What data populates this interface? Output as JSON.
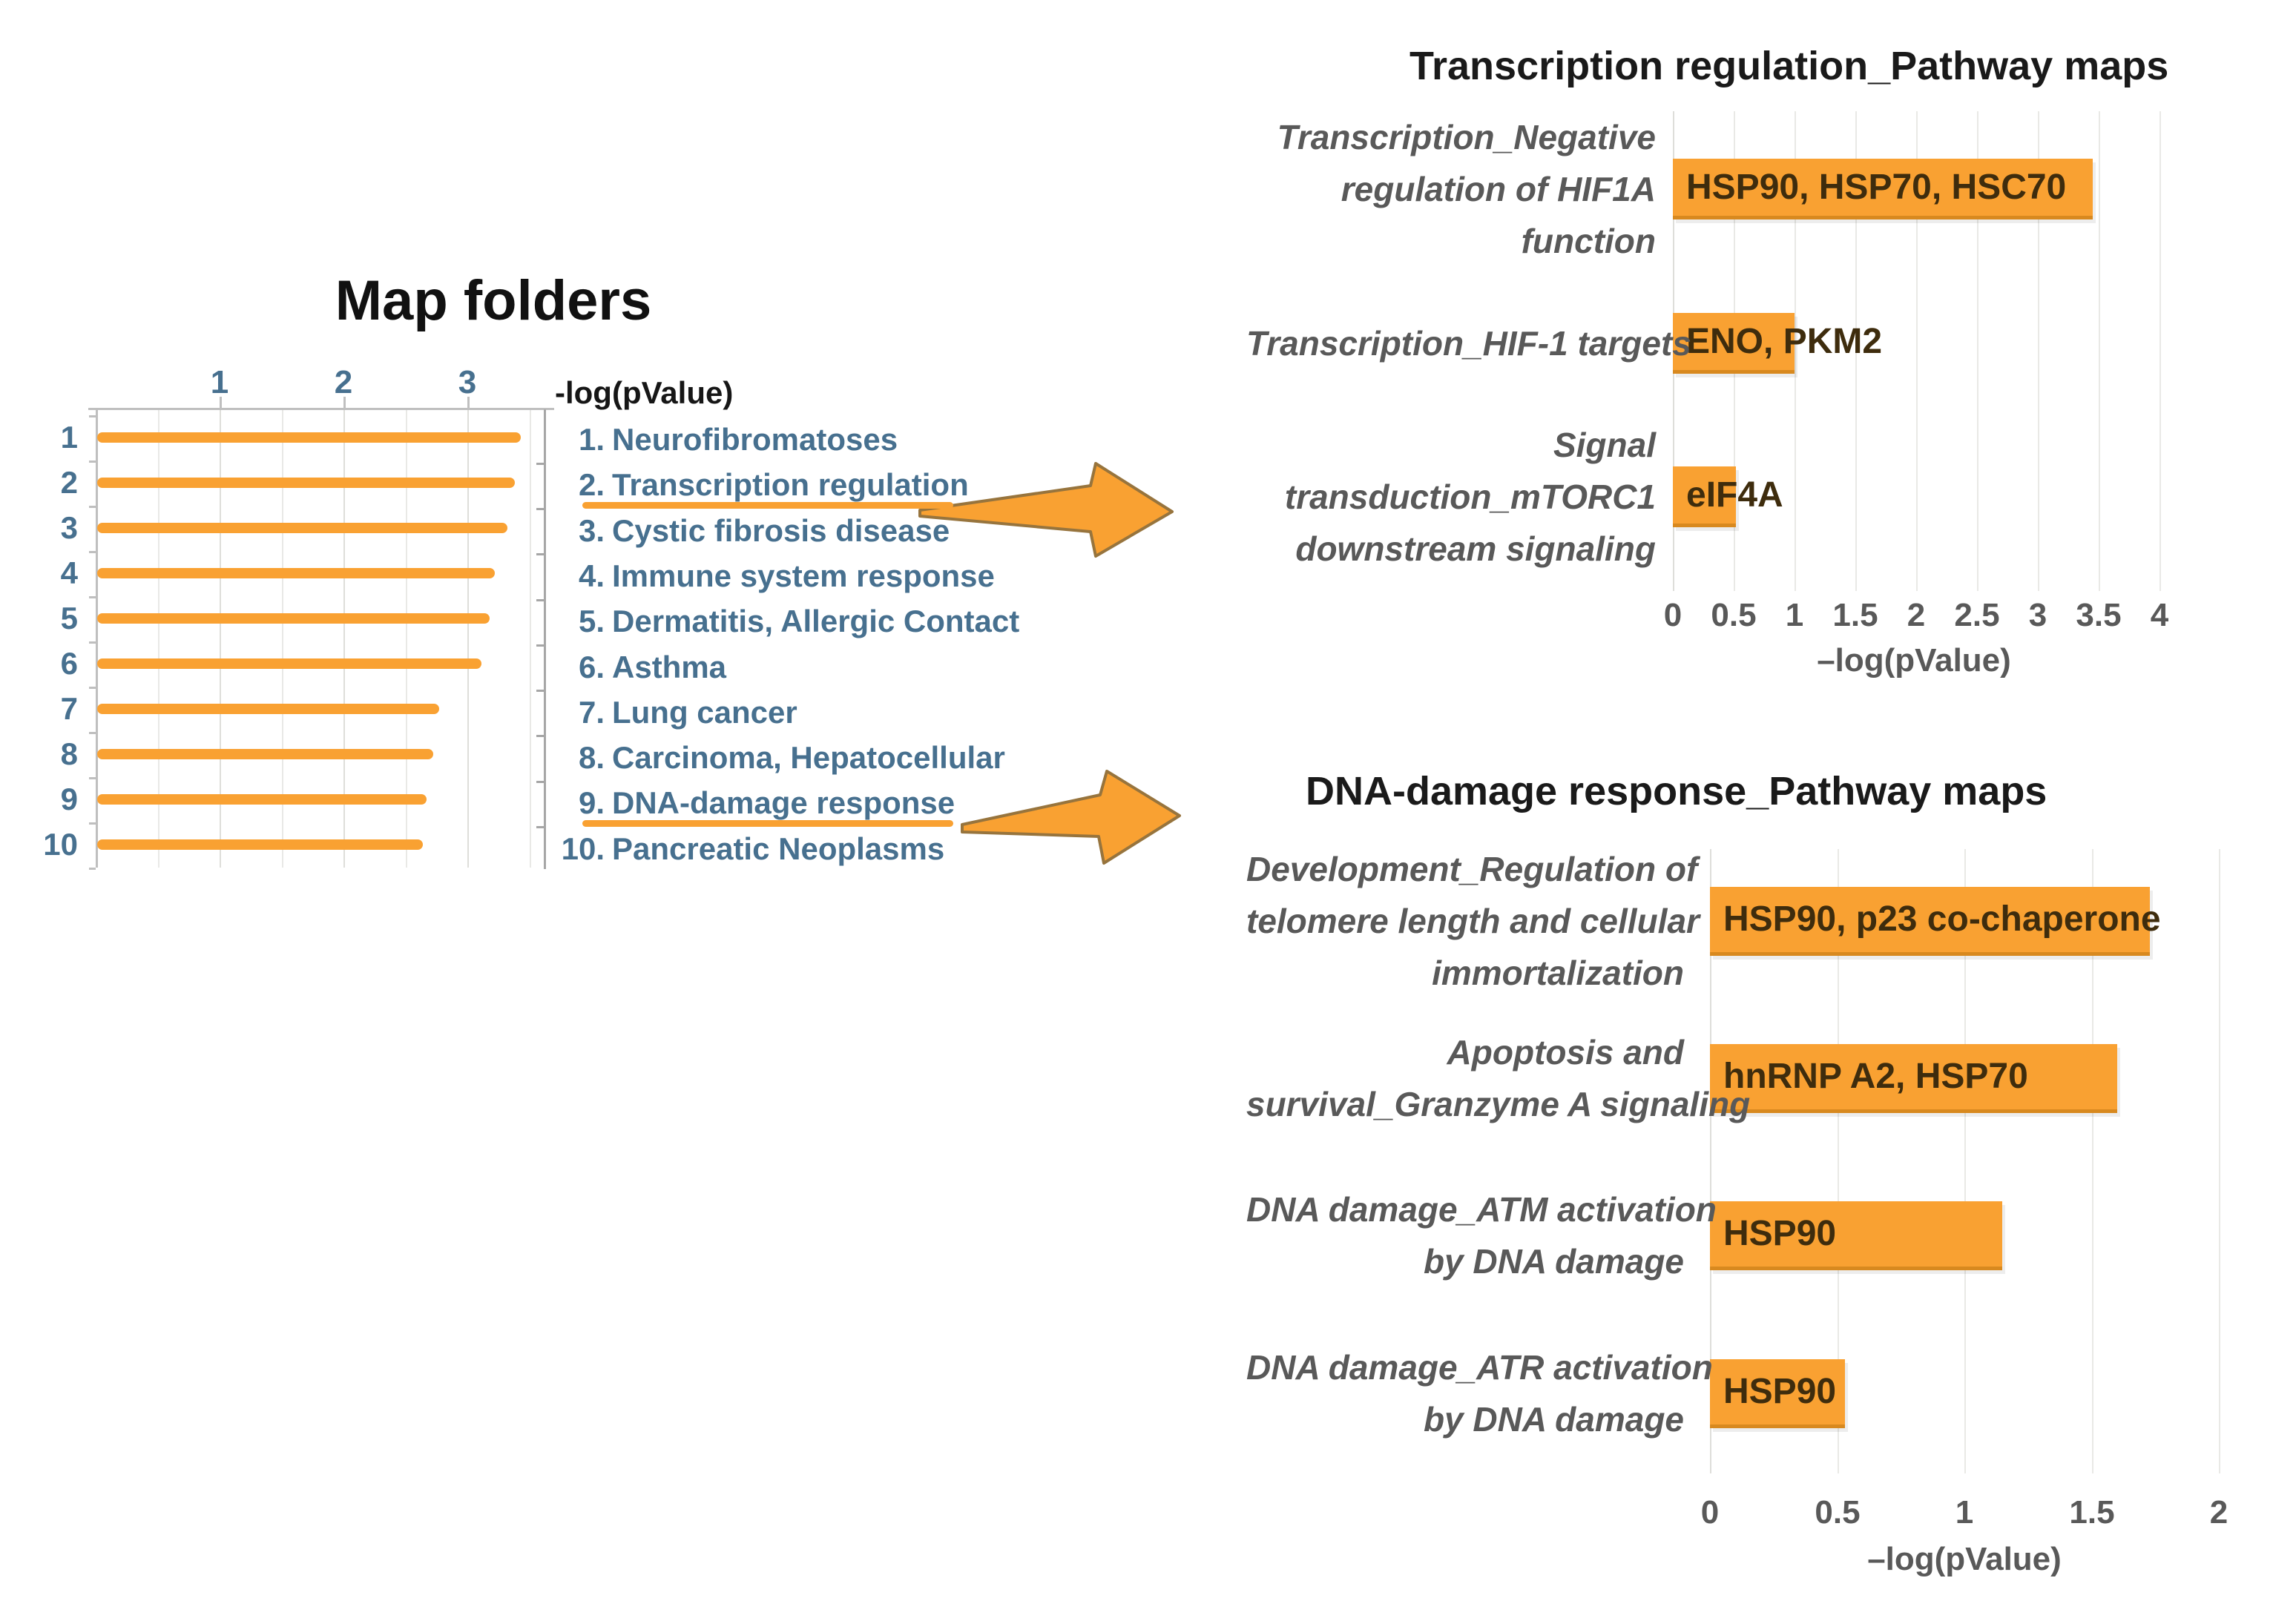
{
  "colors": {
    "bar_orange": "#F9A132",
    "bar_orange_dark": "#D8891F",
    "arrow_fill": "#F9A132",
    "arrow_outline": "#97743D",
    "list_text_blue": "#47708F",
    "category_label_gray": "#595959",
    "title_black": "#1A1A1A",
    "bar_inner_text": "#3E2C0D"
  },
  "chart_data": [
    {
      "id": "map_folders",
      "type": "bar",
      "orientation": "horizontal",
      "title": "Map folders",
      "xlabel": "-log(pValue)",
      "x_ticks": [
        1,
        2,
        3
      ],
      "xlim": [
        0,
        3.65
      ],
      "grid": true,
      "categories": [
        "Neurofibromatoses",
        "Transcription regulation",
        "Cystic fibrosis disease",
        "Immune system response",
        "Dermatitis, Allergic Contact",
        "Asthma",
        "Lung cancer",
        "Carcinoma, Hepatocellular",
        "DNA-damage response",
        "Pancreatic Neoplasms"
      ],
      "values": [
        3.42,
        3.37,
        3.31,
        3.21,
        3.17,
        3.1,
        2.76,
        2.71,
        2.66,
        2.63
      ],
      "row_numbers": [
        "1",
        "2",
        "3",
        "4",
        "5",
        "6",
        "7",
        "8",
        "9",
        "10"
      ],
      "legend_items": [
        {
          "num": "1.",
          "label": "Neurofibromatoses",
          "underlined": false
        },
        {
          "num": "2.",
          "label": "Transcription regulation",
          "underlined": true
        },
        {
          "num": "3.",
          "label": "Cystic fibrosis disease",
          "underlined": false
        },
        {
          "num": "4.",
          "label": "Immune system response",
          "underlined": false
        },
        {
          "num": "5.",
          "label": "Dermatitis, Allergic Contact",
          "underlined": false
        },
        {
          "num": "6.",
          "label": "Asthma",
          "underlined": false
        },
        {
          "num": "7.",
          "label": "Lung cancer",
          "underlined": false
        },
        {
          "num": "8.",
          "label": "Carcinoma, Hepatocellular",
          "underlined": false
        },
        {
          "num": "9.",
          "label": "DNA-damage response",
          "underlined": true
        },
        {
          "num": "10.",
          "label": "Pancreatic Neoplasms",
          "underlined": false
        }
      ]
    },
    {
      "id": "transcription_regulation_pathway_maps",
      "type": "bar",
      "orientation": "horizontal",
      "title": "Transcription regulation_Pathway maps",
      "xlabel": "–log(pValue)",
      "x_tick_labels": [
        "0",
        "0.5",
        "1",
        "1.5",
        "2",
        "2.5",
        "3",
        "3.5",
        "4"
      ],
      "xlim": [
        0,
        4
      ],
      "grid": true,
      "categories": [
        [
          "Transcription_Negative",
          "regulation of HIF1A",
          "function"
        ],
        [
          "Transcription_HIF-1 targets"
        ],
        [
          "Signal",
          "transduction_mTORC1",
          "downstream signaling"
        ]
      ],
      "values": [
        3.45,
        1.0,
        0.52
      ],
      "bar_labels": [
        "HSP90, HSP70, HSC70",
        "ENO, PKM2",
        "eIF4A"
      ]
    },
    {
      "id": "dna_damage_response_pathway_maps",
      "type": "bar",
      "orientation": "horizontal",
      "title": "DNA-damage response_Pathway maps",
      "xlabel": "–log(pValue)",
      "x_tick_labels": [
        "0",
        "0.5",
        "1",
        "1.5",
        "2"
      ],
      "xlim": [
        0,
        2
      ],
      "grid": true,
      "categories": [
        [
          "Development_Regulation of",
          "telomere length and cellular",
          "immortalization"
        ],
        [
          "Apoptosis and",
          "survival_Granzyme A signaling"
        ],
        [
          "DNA damage_ATM activation",
          "by DNA damage"
        ],
        [
          "DNA damage_ATR activation",
          "by DNA damage"
        ]
      ],
      "values": [
        1.73,
        1.6,
        1.15,
        0.53
      ],
      "bar_labels": [
        "HSP90, p23 co-chaperone",
        "hnRNP A2, HSP70",
        "HSP90",
        "HSP90"
      ]
    }
  ],
  "arrows": [
    {
      "name": "arrow-to-transcription-chart",
      "from": "Transcription regulation",
      "to": "Transcription regulation_Pathway maps"
    },
    {
      "name": "arrow-to-dna-damage-chart",
      "from": "DNA-damage response",
      "to": "DNA-damage response_Pathway maps"
    }
  ]
}
